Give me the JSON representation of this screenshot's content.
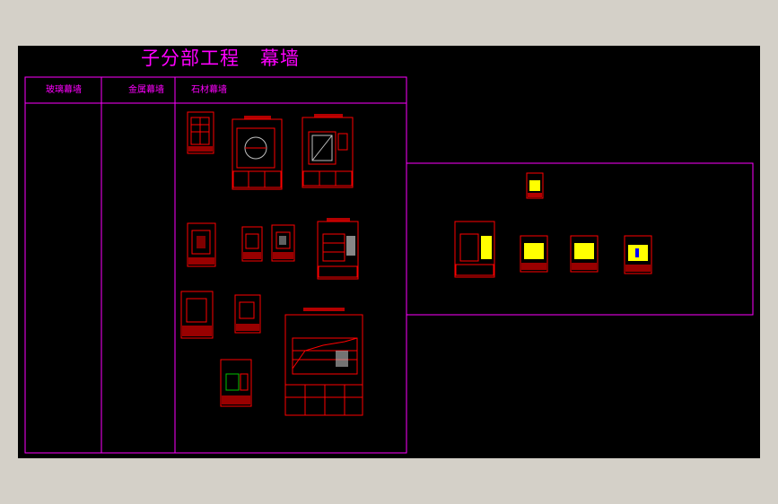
{
  "title": "子分部工程   幕墙",
  "columns": [
    {
      "label": "玻璃幕墙"
    },
    {
      "label": "金属幕墙"
    },
    {
      "label": "石材幕墙"
    }
  ],
  "colors": {
    "background": "#000000",
    "frame": "#ff00ff",
    "drawing": "#ff0000",
    "highlight": "#ffff00",
    "detail": "#c0c0c0"
  },
  "thumbnails": [
    {
      "id": "elevation-1",
      "region": "stone"
    },
    {
      "id": "section-plan-1",
      "region": "stone"
    },
    {
      "id": "section-plan-2",
      "region": "stone"
    },
    {
      "id": "node-detail-1",
      "region": "stone"
    },
    {
      "id": "node-detail-2",
      "region": "stone"
    },
    {
      "id": "node-detail-3",
      "region": "stone"
    },
    {
      "id": "section-plan-3",
      "region": "stone"
    },
    {
      "id": "node-detail-4",
      "region": "stone"
    },
    {
      "id": "node-detail-5",
      "region": "stone"
    },
    {
      "id": "node-detail-6",
      "region": "stone"
    },
    {
      "id": "summary-table",
      "region": "stone"
    },
    {
      "id": "extra-1",
      "region": "right"
    },
    {
      "id": "extra-2",
      "region": "right"
    },
    {
      "id": "extra-3",
      "region": "right"
    },
    {
      "id": "extra-4",
      "region": "right"
    },
    {
      "id": "extra-5",
      "region": "right"
    }
  ]
}
